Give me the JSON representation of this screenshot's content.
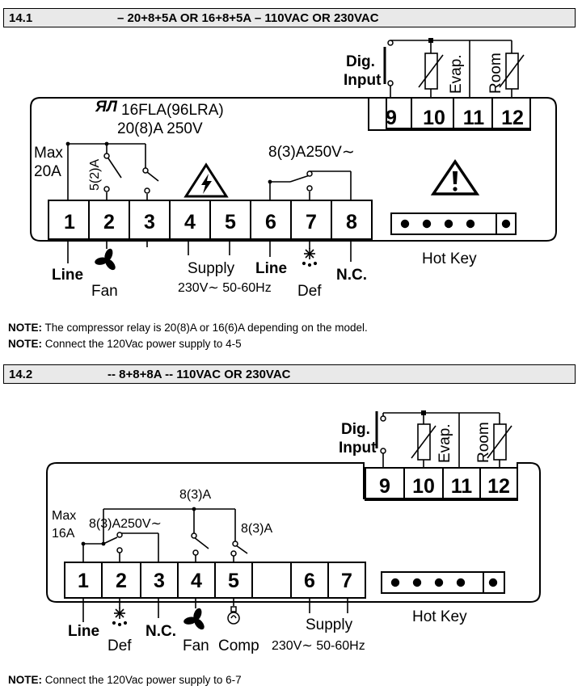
{
  "sections": [
    {
      "number": "14.1",
      "title": "– 20+8+5A OR 16+8+5A – 110VAC OR 230VAC",
      "notes": [
        {
          "prefix": "NOTE:",
          "text": " The compressor relay is 20(8)A or 16(6)A depending on the model."
        },
        {
          "prefix": "NOTE:",
          "text": " Connect the 120Vac power supply to 4-5"
        }
      ],
      "diagram": {
        "top_terminals": [
          "9",
          "10",
          "11",
          "12"
        ],
        "bottom_terminals": [
          "1",
          "2",
          "3",
          "4",
          "5",
          "6",
          "7",
          "8"
        ],
        "sensor_labels": {
          "dig1": "Dig.",
          "dig2": "Input",
          "evap": "Evap.",
          "room": "Room"
        },
        "ratings": {
          "ul": "16FLA(96LRA)",
          "main": "20(8)A 250V",
          "max1": "Max",
          "max2": "20A",
          "fan_relay": "5(2)A",
          "def_relay": "8(3)A250V∼"
        },
        "labels": {
          "line1": "Line",
          "fan": "Fan",
          "supply": "Supply",
          "supply_spec": "230V∼ 50-60Hz",
          "line2": "Line",
          "def": "Def",
          "nc": "N.C.",
          "hotkey": "Hot Key"
        }
      }
    },
    {
      "number": "14.2",
      "title": "-- 8+8+8A -- 110VAC OR 230VAC",
      "notes": [
        {
          "prefix": "NOTE:",
          "text": " Connect the 120Vac power supply to 6-7"
        }
      ],
      "diagram": {
        "top_terminals": [
          "9",
          "10",
          "11",
          "12"
        ],
        "bottom_terminals": [
          "1",
          "2",
          "3",
          "4",
          "5",
          "",
          "6",
          "7"
        ],
        "sensor_labels": {
          "dig1": "Dig.",
          "dig2": "Input",
          "evap": "Evap.",
          "room": "Room"
        },
        "ratings": {
          "max1": "Max",
          "max2": "16A",
          "def_relay": "8(3)A250V∼",
          "fan_relay": "8(3)A",
          "comp_relay": "8(3)A"
        },
        "labels": {
          "line": "Line",
          "def": "Def",
          "nc": "N.C.",
          "fan": "Fan",
          "comp": "Comp",
          "supply": "Supply",
          "supply_spec": "230V∼ 50-60Hz",
          "hotkey": "Hot Key"
        }
      }
    }
  ],
  "colors": {
    "header_bg": "#e9e9e9",
    "line": "#000000"
  }
}
